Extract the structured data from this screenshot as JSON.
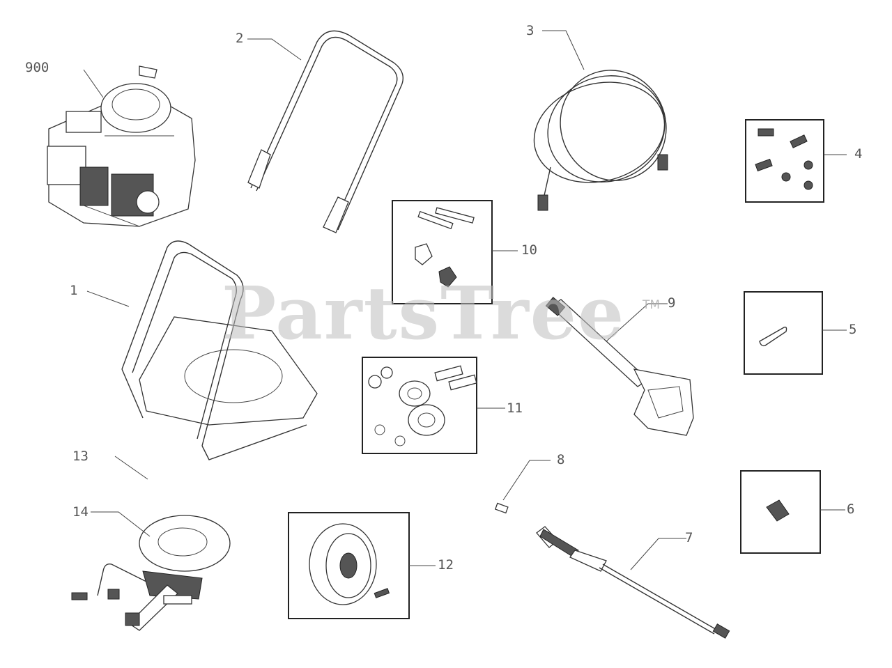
{
  "watermark": {
    "brand": "PartsTree",
    "tm": "TM"
  },
  "callouts": {
    "engine": "900",
    "handle": "2",
    "hose": "3",
    "hardware_4": "4",
    "frame": "1",
    "hardware_10": "10",
    "gun": "9",
    "hardware_5": "5",
    "wheel_kit": "11",
    "label_13": "13",
    "item_8": "8",
    "nozzle_6": "6",
    "pump": "14",
    "lance": "7",
    "wheel": "12"
  }
}
